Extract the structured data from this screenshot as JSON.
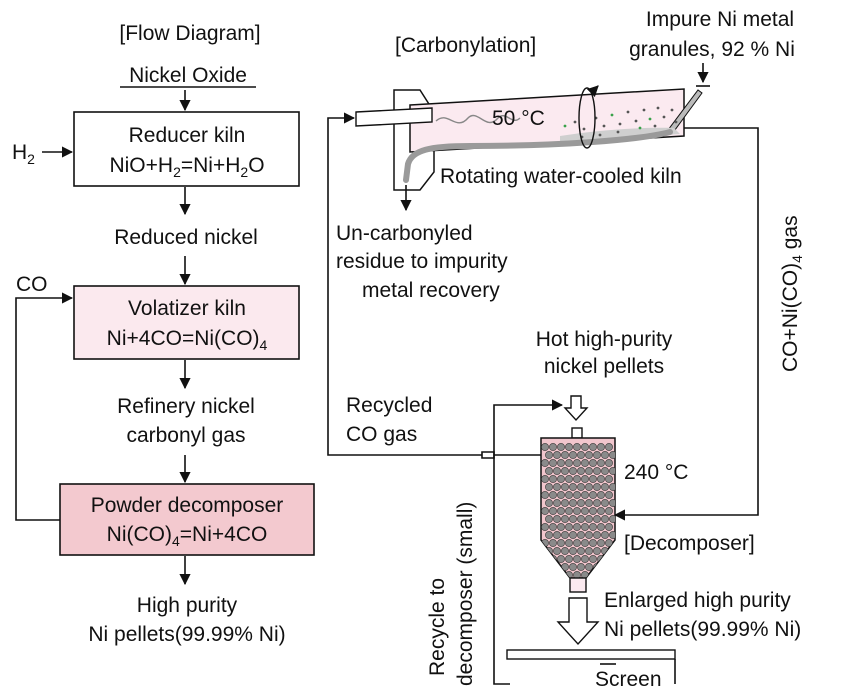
{
  "labels": {
    "flow_title": "[Flow Diagram]",
    "nickel_oxide": "Nickel Oxide",
    "h2_input": "H",
    "h2_sub": "2",
    "reducer_title": "Reducer kiln",
    "reducer_eq_a": "NiO+H",
    "reducer_eq_sub1": "2",
    "reducer_eq_b": "=Ni+H",
    "reducer_eq_sub2": "2",
    "reducer_eq_c": "O",
    "reduced_nickel": "Reduced nickel",
    "co_label": "CO",
    "volatizer_title": "Volatizer kiln",
    "volatizer_eq_a": "Ni+4CO=Ni(CO)",
    "volatizer_eq_sub": "4",
    "refinery_line1": "Refinery nickel",
    "refinery_line2": "carbonyl gas",
    "powder_title": "Powder decomposer",
    "powder_eq_a": "Ni(CO)",
    "powder_eq_sub": "4",
    "powder_eq_b": "=Ni+4CO",
    "high_purity_line1": "High purity",
    "high_purity_line2": "Ni pellets(99.99% Ni)",
    "carbonylation_title": "[Carbonylation]",
    "impure_line1": "Impure Ni metal",
    "impure_line2": "granules, 92 % Ni",
    "kiln_temp": "50 °C",
    "rotating_kiln": "Rotating water-cooled kiln",
    "residue_line1": "Un-carbonyled",
    "residue_line2": "residue to impurity",
    "residue_line3": "metal recovery",
    "co_gas_a": "CO+Ni(CO)",
    "co_gas_sub": "4",
    "co_gas_b": " gas",
    "hot_line1": "Hot high-purity",
    "hot_line2": "nickel pellets",
    "recycled_line1": "Recycled",
    "recycled_line2": "CO gas",
    "decomposer_temp": "240 °C",
    "decomposer_label": "[Decomposer]",
    "recycle_line1": "Recycle to",
    "recycle_line2": "decomposer (small)",
    "enlarged_line1": "Enlarged high purity",
    "enlarged_line2": "Ni pellets(99.99% Ni)",
    "screen_label": "Screen"
  },
  "colors": {
    "reducer_box": "#ffffff",
    "volatizer_box": "#fbe9ee",
    "powder_box": "#f3c9cf",
    "kiln_fill": "#fbeaf0",
    "decomposer_fill": "#f1c6cd",
    "pellet_fill": "#8a8a8a",
    "residue": "#9a9a9a"
  }
}
